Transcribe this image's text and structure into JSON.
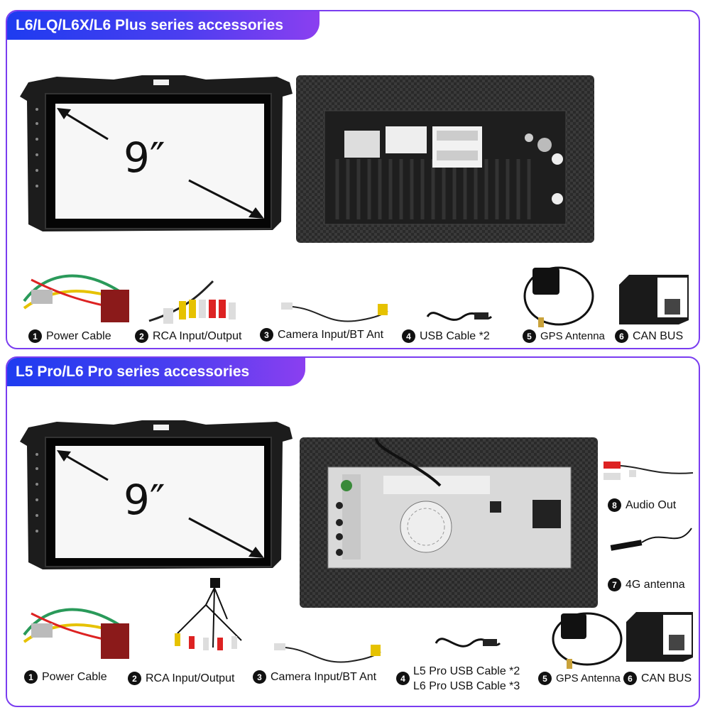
{
  "section1": {
    "title": "L6/LQ/L6X/L6 Plus series accessories",
    "screen_size": "9″",
    "items": [
      {
        "num": "1",
        "label": "Power Cable"
      },
      {
        "num": "2",
        "label": "RCA Input/Output"
      },
      {
        "num": "3",
        "label": "Camera Input/BT Ant"
      },
      {
        "num": "4",
        "label": "USB Cable *2"
      },
      {
        "num": "5",
        "label": "GPS Antenna"
      },
      {
        "num": "6",
        "label": "CAN BUS"
      }
    ]
  },
  "section2": {
    "title": "L5 Pro/L6 Pro series accessories",
    "screen_size": "9″",
    "side_items": [
      {
        "num": "8",
        "label": "Audio Out"
      },
      {
        "num": "7",
        "label": "4G antenna"
      }
    ],
    "items": [
      {
        "num": "1",
        "label": "Power Cable"
      },
      {
        "num": "2",
        "label": "RCA Input/Output"
      },
      {
        "num": "3",
        "label": "Camera Input/BT Ant"
      },
      {
        "num": "4",
        "label_line1": "L5 Pro USB Cable *2",
        "label_line2": "L6 Pro USB Cable *3"
      },
      {
        "num": "5",
        "label": "GPS Antenna"
      },
      {
        "num": "6",
        "label": "CAN BUS"
      }
    ]
  },
  "colors": {
    "banner_start": "#1e3cf0",
    "banner_end": "#8b3ff0",
    "border": "#7a3df0"
  }
}
